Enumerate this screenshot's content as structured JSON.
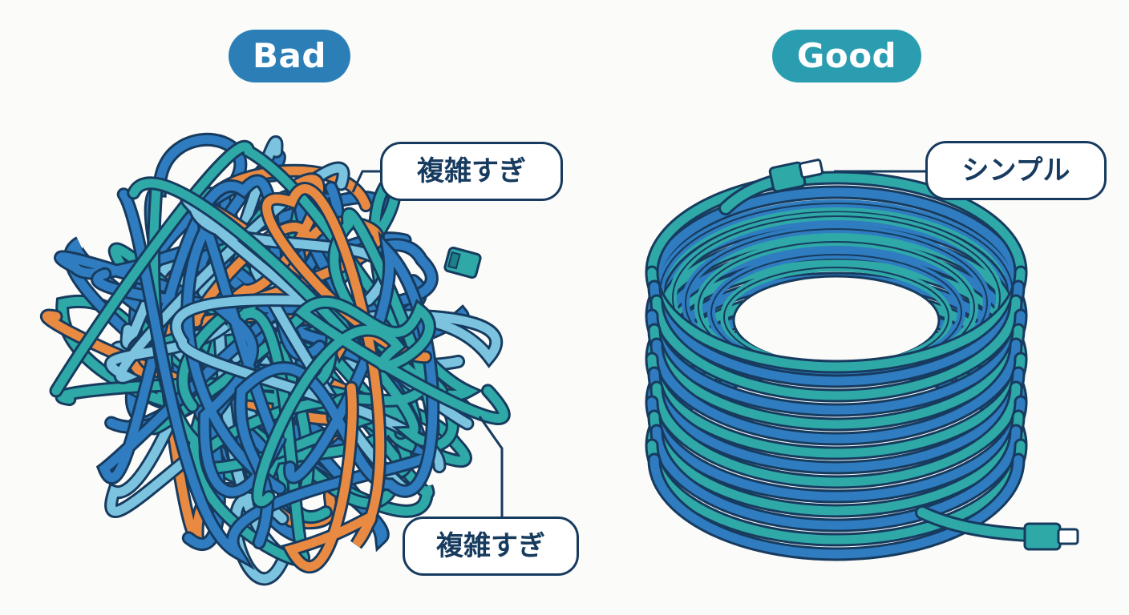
{
  "panels": {
    "bad": {
      "title": "Bad",
      "callouts": [
        "複雑すぎ",
        "複雑すぎ"
      ]
    },
    "good": {
      "title": "Good",
      "callout": "シンプル"
    }
  },
  "colors": {
    "bad_pill": "#2c7fb6",
    "good_pill": "#2a9db0",
    "outline": "#173b5e",
    "teal_cable": "#2fa8a8",
    "blue_cable": "#2f7cc0",
    "orange_cable": "#e98a42",
    "light_blue_cable": "#7cc3e0",
    "background": "#fbfbfa"
  },
  "icons": {
    "bad_cable": "tangled-cable-icon",
    "good_cable": "coiled-cable-icon",
    "connector": "usb-connector-icon"
  }
}
